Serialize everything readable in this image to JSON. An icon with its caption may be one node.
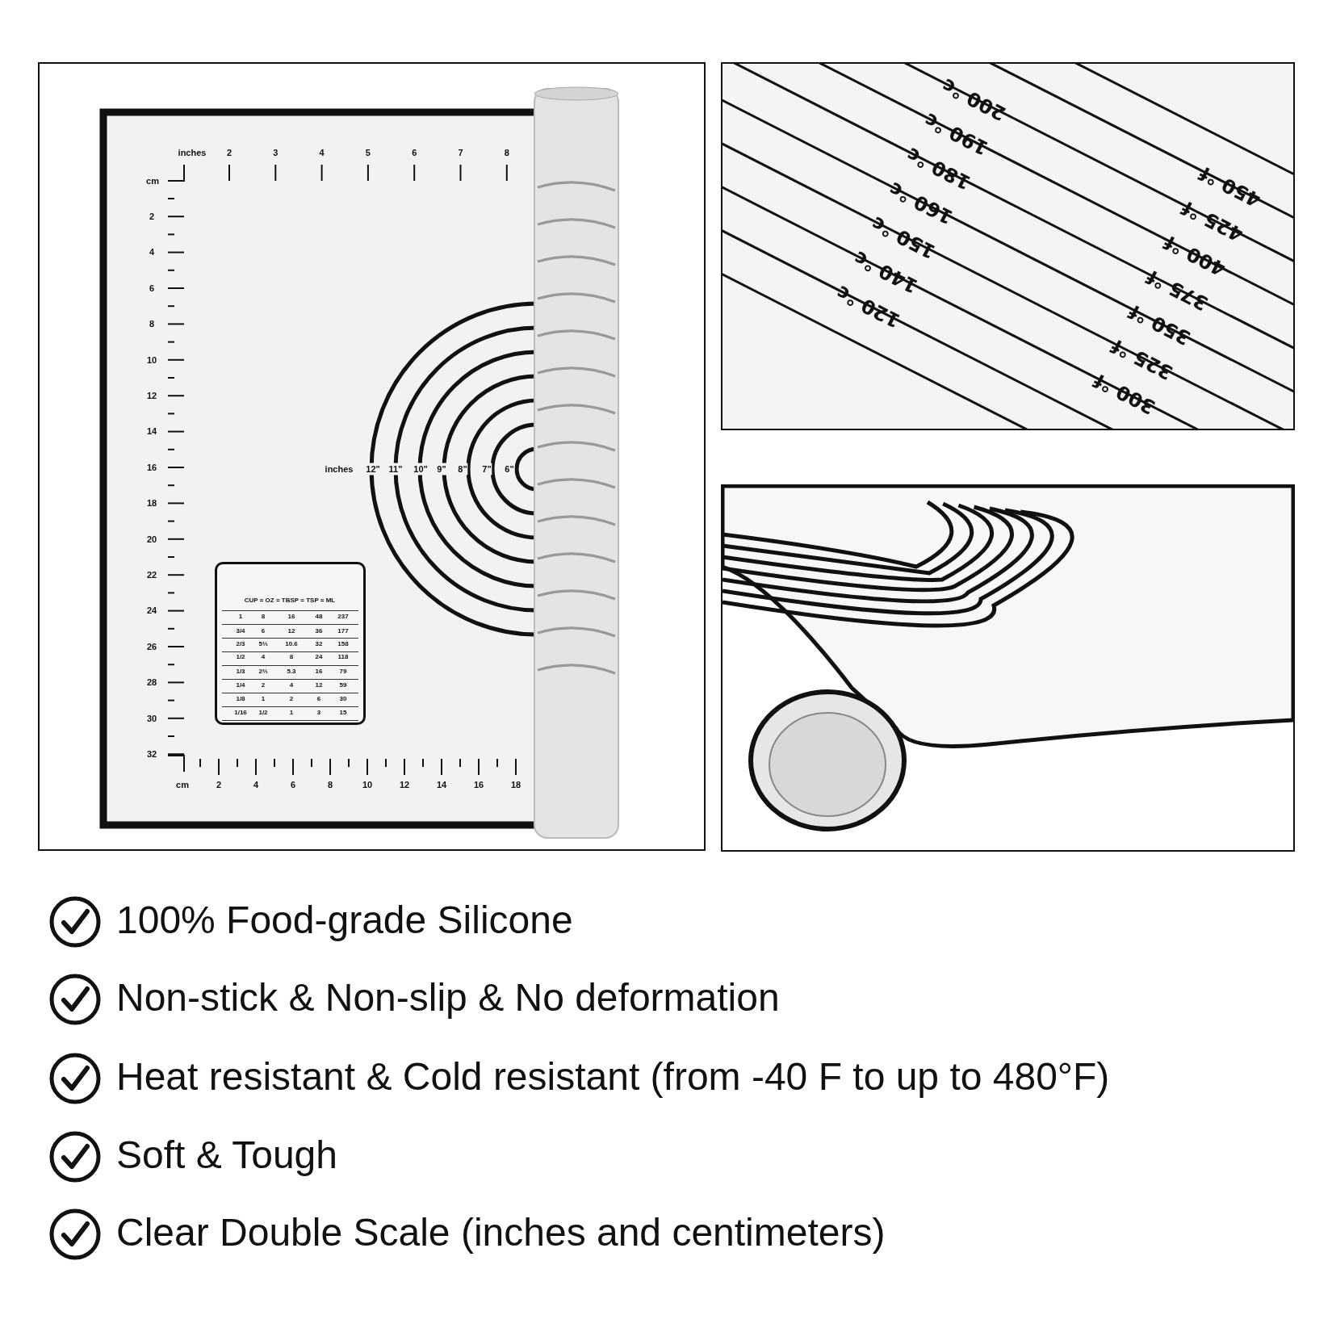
{
  "diagram": {
    "labels": [
      "inches",
      "2",
      "3",
      "4",
      "5",
      "6",
      "7",
      "8",
      "cm",
      "2",
      "4",
      "6",
      "8",
      "10",
      "12",
      "14",
      "16",
      "18",
      "20",
      "22",
      "24",
      "26",
      "28",
      "30",
      "32",
      "inches",
      "12\"",
      "11\"",
      "10\"",
      "9\"",
      "8\"",
      "7\"",
      "6\"",
      "CUP = OZ = TBSP = TSP = ML",
      "1",
      "8",
      "16",
      "48",
      "237",
      "3/4",
      "6",
      "12",
      "36",
      "177",
      "2/3",
      "5⅓",
      "10.6",
      "32",
      "158",
      "1/2",
      "4",
      "8",
      "24",
      "118",
      "1/3",
      "2⅔",
      "5.3",
      "16",
      "79",
      "1/4",
      "2",
      "4",
      "12",
      "59",
      "1/8",
      "1",
      "2",
      "6",
      "30",
      "1/16",
      "1/2",
      "1",
      "3",
      "15",
      "cm",
      "2",
      "4",
      "6",
      "8",
      "10",
      "12",
      "14",
      "16",
      "18",
      "200 °c",
      "190 °c",
      "180 °c",
      "160 °c",
      "150 °c",
      "140 °c",
      "120 °c",
      "450 °f",
      "425 °f",
      "400 °f",
      "375 °f",
      "350 °f",
      "325 °f",
      "300 °f",
      "100% Food-grade Silicone",
      "Non-stick & Non-slip & No deformation",
      "Heat resistant & Cold resistant (from -40 F to up to 480°F)",
      "Soft & Tough",
      "Clear Double Scale (inches and centimeters)"
    ]
  }
}
